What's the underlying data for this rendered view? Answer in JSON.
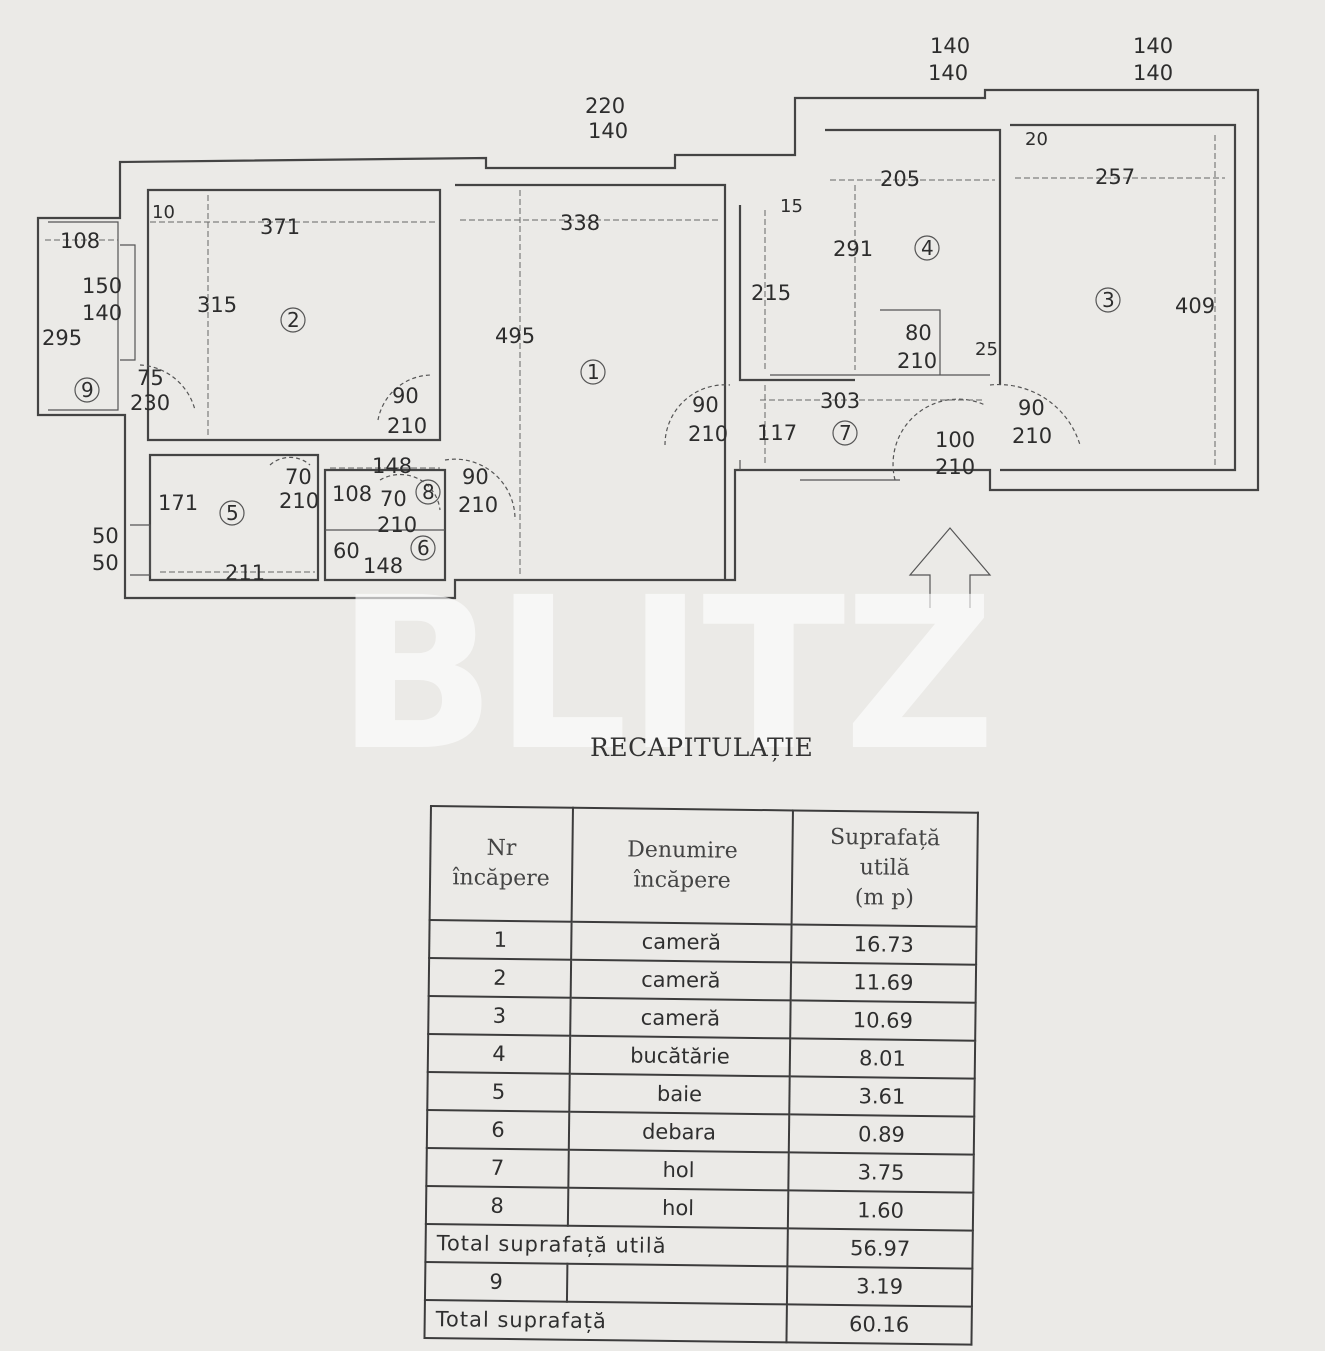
{
  "plan": {
    "dimensions": {
      "top_left_window": "108",
      "room2_width": "371",
      "room1_width": "338",
      "room4_width": "205",
      "room3_width": "257",
      "balcony_window_top": "220",
      "balcony_window_bottom": "140",
      "room4_window_top": "140",
      "room4_window_bottom": "140",
      "room3_window_top": "140",
      "room3_window_bottom": "140",
      "room9_window_top": "150",
      "room9_window_bottom": "140",
      "room9_height": "295",
      "room9_door_top": "75",
      "room9_door_bottom": "230",
      "room2_height": "315",
      "room2_door_top": "90",
      "room2_door_bottom": "210",
      "room1_height": "495",
      "room4_height": "291",
      "room4_sub_height": "215",
      "room4_door_top": "80",
      "room4_door_bottom": "210",
      "room3_height": "409",
      "hall_width": "303",
      "hall_height": "117",
      "hall_door_left_top": "90",
      "hall_door_left_bottom": "210",
      "entrance_door_top": "100",
      "entrance_door_bottom": "210",
      "room3_door_top": "90",
      "room3_door_bottom": "210",
      "bath_door_top": "70",
      "bath_door_bottom": "210",
      "hall8_width": "148",
      "hall8_height": "108",
      "storage_door_top": "70",
      "storage_door_bottom": "210",
      "room1_door_top": "90",
      "room1_door_bottom": "210",
      "bath_height": "171",
      "bath_width": "211",
      "bath_window_top": "50",
      "bath_window_bottom": "50",
      "storage_left": "60",
      "storage_width": "148",
      "tiny_a": "10",
      "tiny_b": "20",
      "tiny_c": "25",
      "tiny_d": "15"
    },
    "room_numbers": {
      "r1": "1",
      "r2": "2",
      "r3": "3",
      "r4": "4",
      "r5": "5",
      "r6": "6",
      "r7": "7",
      "r8": "8",
      "r9": "9"
    }
  },
  "watermark": "BLITZ",
  "recap": {
    "title": "RECAPITULAȚIE",
    "headers": {
      "nr_line1": "Nr",
      "nr_line2": "încăpere",
      "name_line1": "Denumire",
      "name_line2": "încăpere",
      "area_line1": "Suprafață",
      "area_line2": "utilă",
      "area_line3": "(m p)"
    },
    "rows": [
      {
        "nr": "1",
        "name": "cameră",
        "area": "16.73"
      },
      {
        "nr": "2",
        "name": "cameră",
        "area": "11.69"
      },
      {
        "nr": "3",
        "name": "cameră",
        "area": "10.69"
      },
      {
        "nr": "4",
        "name": "bucătărie",
        "area": "8.01"
      },
      {
        "nr": "5",
        "name": "baie",
        "area": "3.61"
      },
      {
        "nr": "6",
        "name": "debara",
        "area": "0.89"
      },
      {
        "nr": "7",
        "name": "hol",
        "area": "3.75"
      },
      {
        "nr": "8",
        "name": "hol",
        "area": "1.60"
      }
    ],
    "total_util_label": "Total suprafață utilă",
    "total_util_value": "56.97",
    "extra_row": {
      "nr": "9",
      "name": "",
      "area": "3.19"
    },
    "total_label": "Total suprafață",
    "total_value": "60.16"
  }
}
